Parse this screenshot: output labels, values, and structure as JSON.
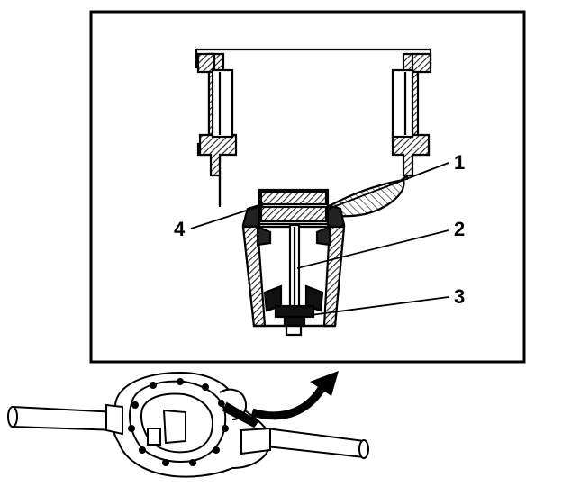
{
  "callouts": {
    "c1": "1",
    "c2": "2",
    "c3": "3",
    "c4": "4"
  },
  "colors": {
    "ink": "#000000",
    "hatch": "#3a3a3a",
    "paper": "#ffffff"
  }
}
